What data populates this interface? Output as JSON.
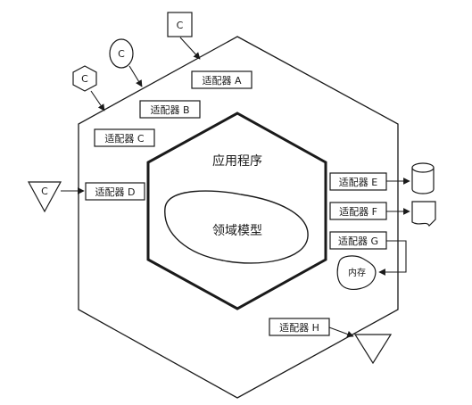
{
  "inner": {
    "title": "应用程序",
    "domain": "领域模型"
  },
  "adapters": {
    "a": "适配器 A",
    "b": "适配器 B",
    "c": "适配器 C",
    "d": "适配器 D",
    "e": "适配器 E",
    "f": "适配器 F",
    "g": "适配器 G",
    "h": "适配器 H"
  },
  "clients": {
    "square": "C",
    "ellipse": "C",
    "hexagon": "C",
    "triangle": "C"
  },
  "targets": {
    "memory": "内存"
  }
}
